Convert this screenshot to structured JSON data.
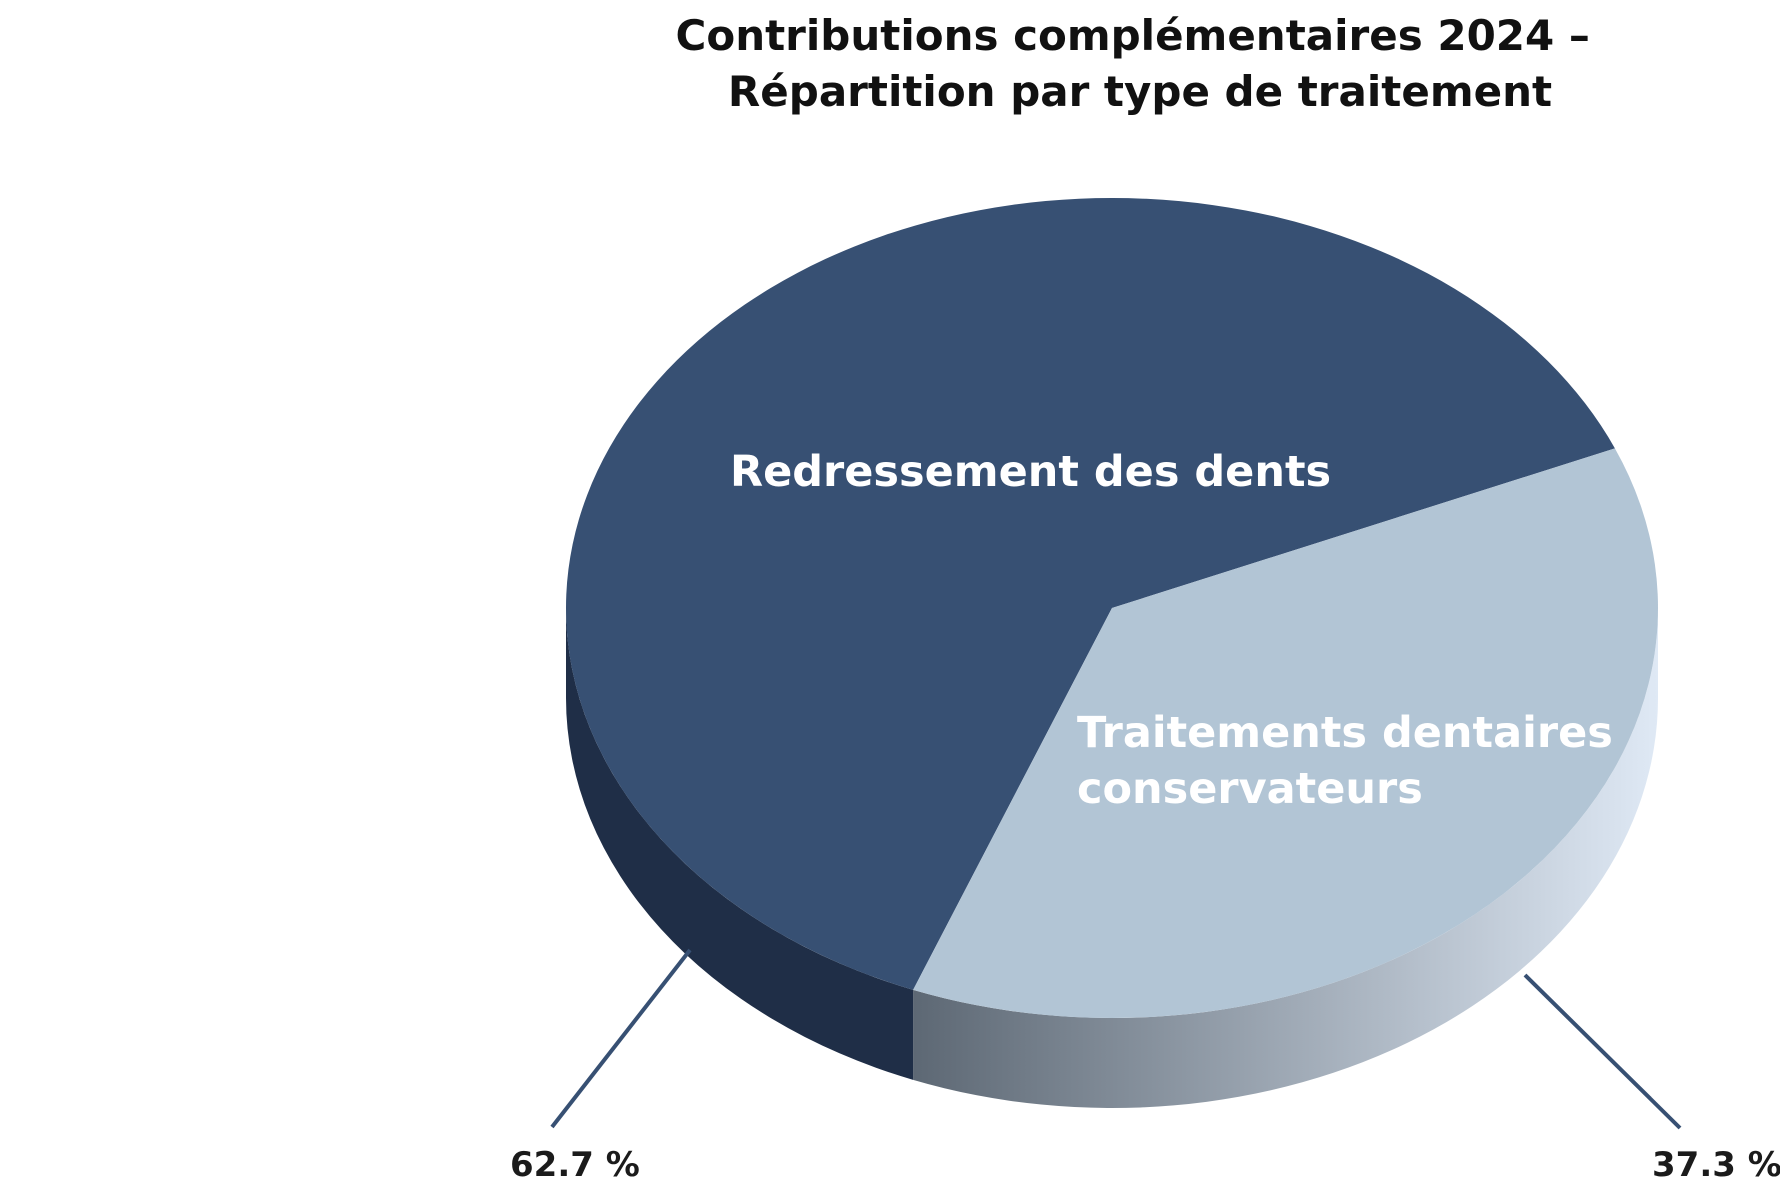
{
  "chart_data": {
    "type": "pie",
    "title_lines": [
      "Contributions complémentaires 2024 –",
      "Répartition par type de traitement"
    ],
    "slices": [
      {
        "label_lines": [
          "Redressement des dents"
        ],
        "value": 62.7,
        "value_label": "62.7 %",
        "color": "#375073",
        "side_color": "#1f2e47"
      },
      {
        "label_lines": [
          "Traitements dentaires",
          "conservateurs"
        ],
        "value": 37.3,
        "value_label": "37.3 %",
        "color": "#b2c5d5",
        "side_color_start": "#5d6874",
        "side_color_end": "#dfe9f5"
      }
    ],
    "style": "3d",
    "leader_line_color": "#375073"
  }
}
